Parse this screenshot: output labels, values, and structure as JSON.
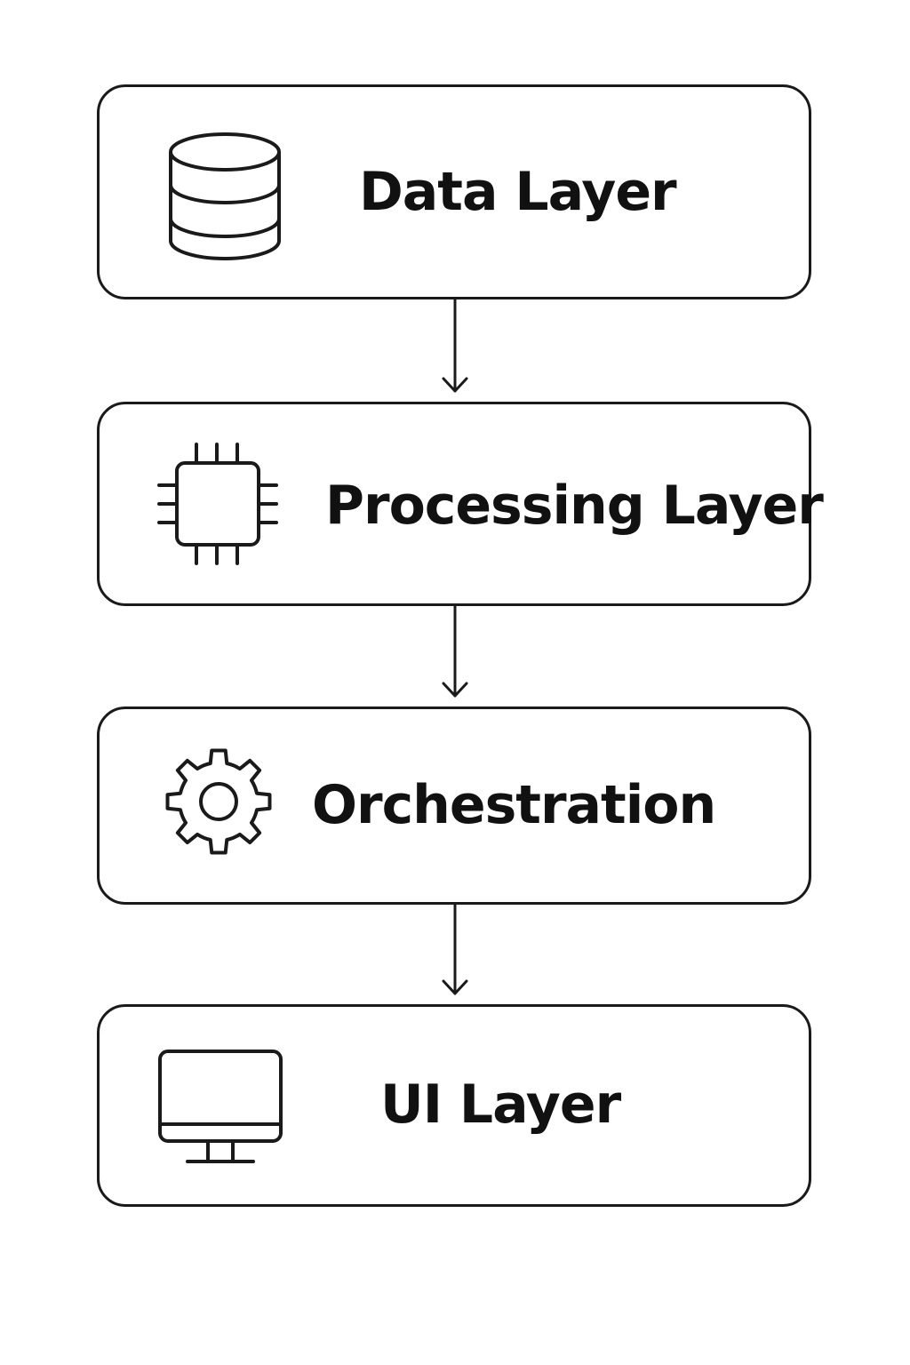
{
  "diagram": {
    "layers": [
      {
        "label": "Data Layer",
        "icon": "database-icon"
      },
      {
        "label": "Processing Layer",
        "icon": "cpu-chip-icon"
      },
      {
        "label": "Orchestration",
        "icon": "gear-icon"
      },
      {
        "label": "UI Layer",
        "icon": "monitor-icon"
      }
    ],
    "connections": [
      {
        "from": "Data Layer",
        "to": "Processing Layer"
      },
      {
        "from": "Processing Layer",
        "to": "Orchestration"
      },
      {
        "from": "Orchestration",
        "to": "UI Layer"
      }
    ],
    "colors": {
      "stroke": "#1a1a1a",
      "background": "#ffffff",
      "text": "#111111"
    }
  }
}
